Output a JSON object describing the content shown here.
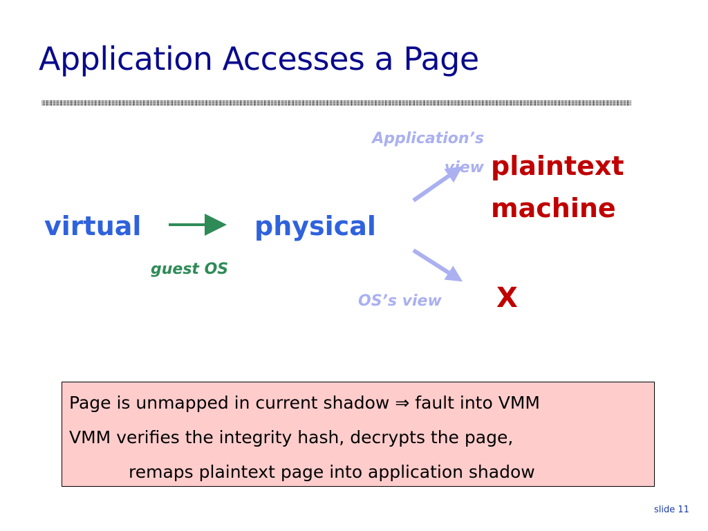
{
  "slide": {
    "title": "Application Accesses a Page",
    "slide_number": "slide 11"
  },
  "diagram": {
    "virtual_label": "virtual",
    "physical_label": "physical",
    "guest_os_label": "guest OS",
    "application_view_label": "Application’s view",
    "os_view_label": "OS’s view",
    "plaintext_label": "plaintext machine",
    "x_mark": "X"
  },
  "note_box": {
    "line1_before": "Page is unmapped in current shadow",
    "implies_symbol": "⇒",
    "line1_after": "fault into VMM",
    "line2": "VMM verifies the integrity hash, decrypts the page,",
    "line3": "remaps plaintext page into application shadow"
  },
  "colors": {
    "title": "#0a0a8c",
    "virtual_physical": "#2f62dc",
    "red_text": "#c00000",
    "guest_os": "#2e8b57",
    "view_labels": "#aab0f0",
    "note_background": "#ffcccc"
  }
}
